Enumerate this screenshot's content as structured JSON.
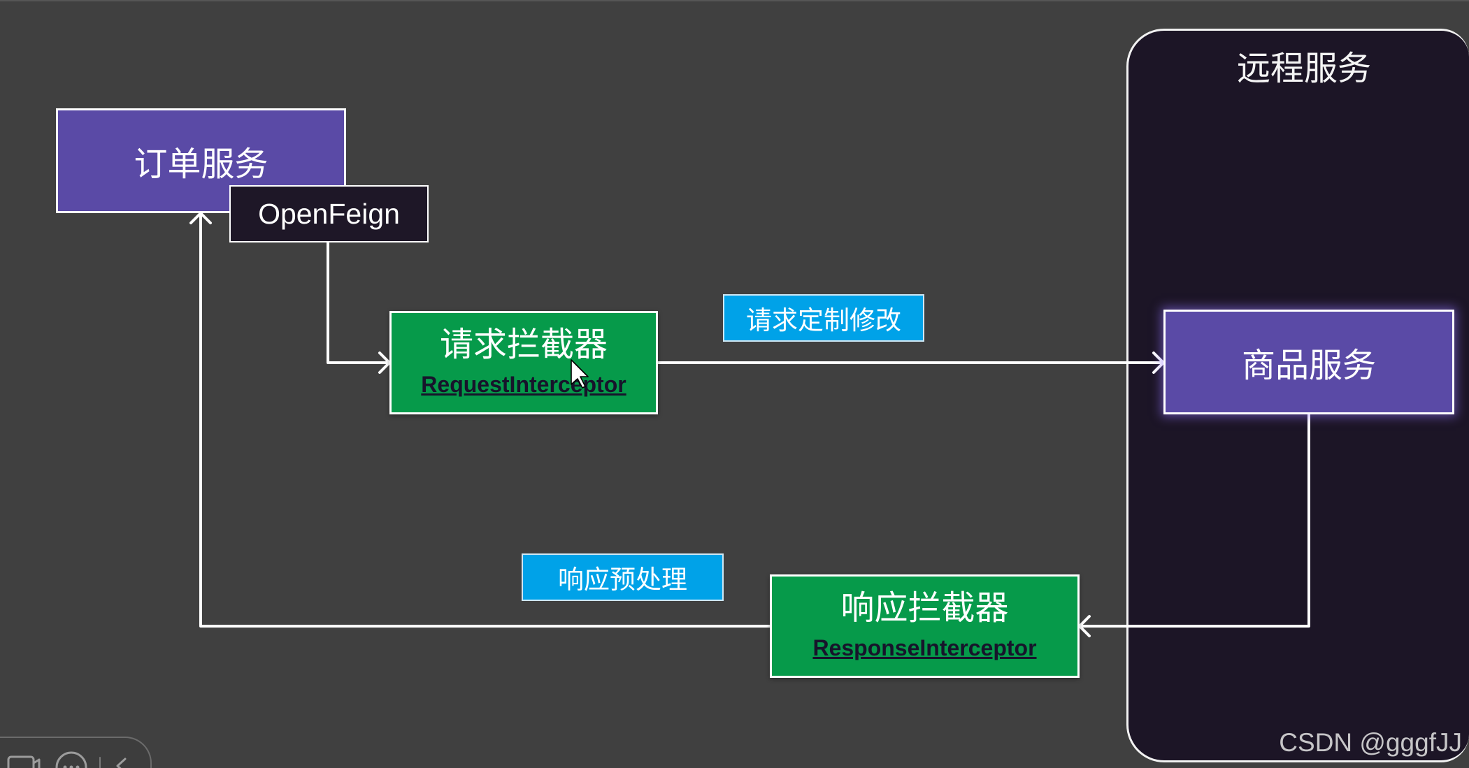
{
  "remote_service": {
    "title": "远程服务"
  },
  "order_service": {
    "label": "订单服务"
  },
  "openfeign": {
    "label": "OpenFeign"
  },
  "request_interceptor": {
    "label": "请求拦截器",
    "class_name": "RequestInterceptor"
  },
  "request_annotation": "请求定制修改",
  "product_service": {
    "label": "商品服务"
  },
  "response_annotation": "响应预处理",
  "response_interceptor": {
    "label": "响应拦截器",
    "class_name": "ResponseInterceptor"
  },
  "player_controls": {
    "icons": [
      "camera-icon",
      "chat-icon",
      "collapse-chevron-icon"
    ]
  },
  "watermark": "CSDN @gggfJJ",
  "colors": {
    "background": "#404040",
    "remote_panel": "#1c1526",
    "service_box": "#5a4aa6",
    "openfeign_box": "#1e1727",
    "interceptor_box": "#069a4a",
    "annotation_tag": "#00a2e8",
    "connector": "#ffffff"
  }
}
